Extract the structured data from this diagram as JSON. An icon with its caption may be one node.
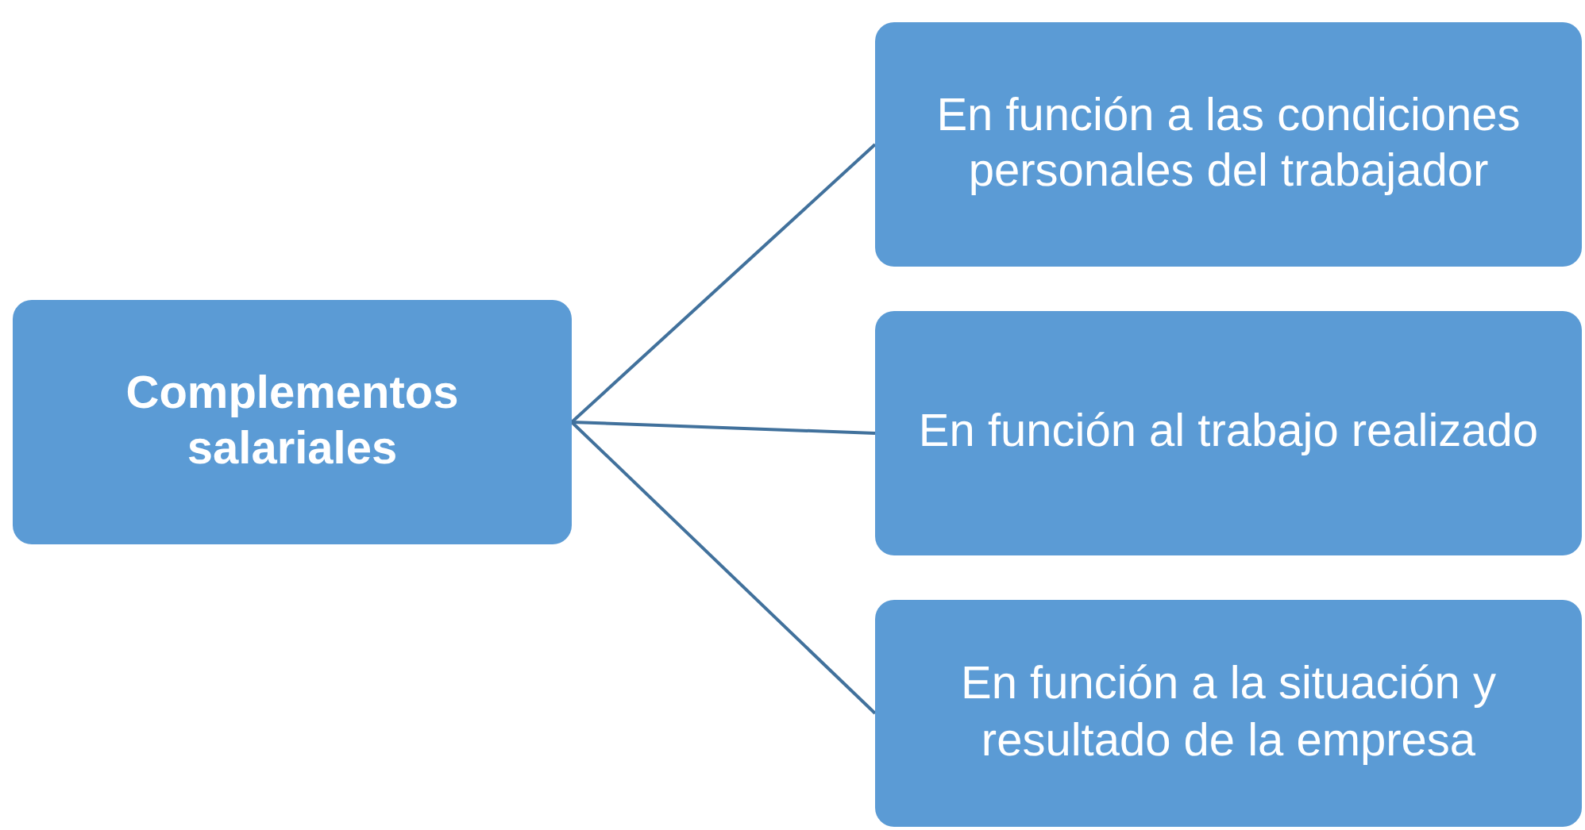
{
  "diagram": {
    "nodes": [
      {
        "text": [
          "Complementos salariales"
        ]
      },
      {
        "text": [
          "En función a las condiciones personales del trabajador"
        ]
      },
      {
        "text": [
          "En función al trabajo realizado"
        ]
      },
      {
        "text": [
          "En función a la situación y resultado de la empresa"
        ]
      }
    ],
    "edges": [
      {
        "from": 0,
        "to": 1,
        "arrow": "none"
      },
      {
        "from": 0,
        "to": 2,
        "arrow": "none"
      },
      {
        "from": 0,
        "to": 3,
        "arrow": "none"
      }
    ]
  }
}
